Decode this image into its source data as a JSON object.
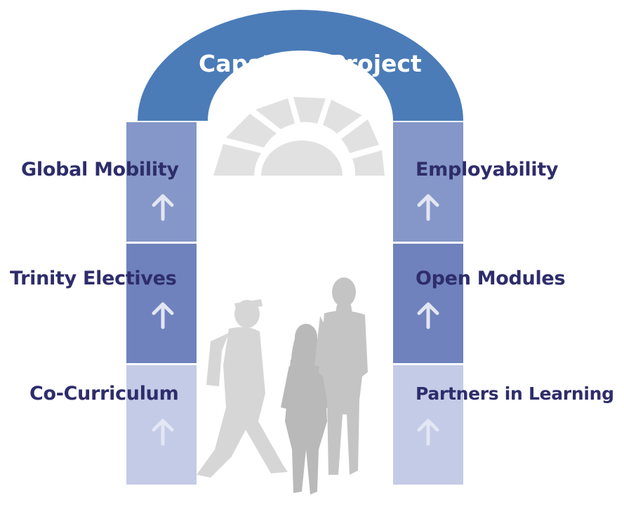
{
  "diagram": {
    "title": "Capstone Project",
    "left_pillar": [
      {
        "label": "Global Mobility"
      },
      {
        "label": "Trinity Electives"
      },
      {
        "label": "Co-Curriculum"
      }
    ],
    "right_pillar": [
      {
        "label": "Employability"
      },
      {
        "label": "Open Modules"
      },
      {
        "label": "Partners in Learning"
      }
    ],
    "colors": {
      "arch_top": "#4b7cb8",
      "block_top": "#8597c8",
      "block_mid": "#6f82bd",
      "block_bottom": "#c4cbe6",
      "label_text": "#2e2d6b",
      "arrow": "#e3e6f3",
      "window": "#e1e1e1",
      "silhouette": "#c9c9c9"
    },
    "icons": [
      "arrow-up-icon",
      "fan-window-icon",
      "people-silhouette-icon"
    ]
  }
}
